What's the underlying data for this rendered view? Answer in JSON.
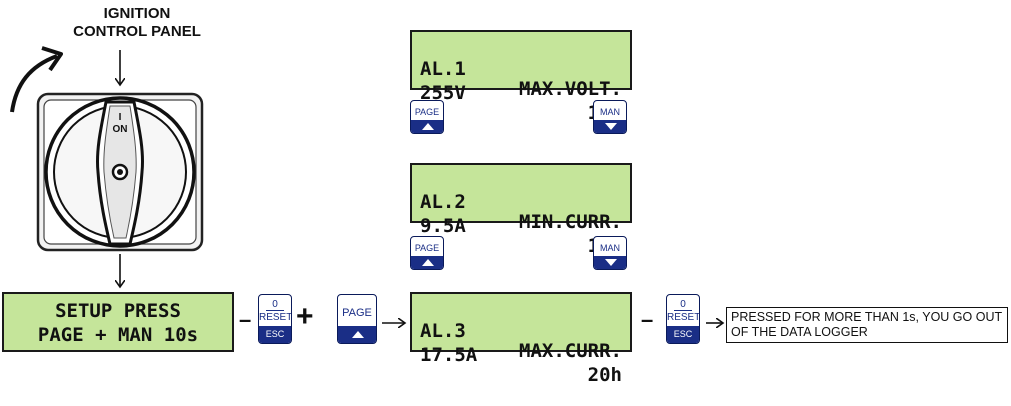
{
  "title": {
    "line1": "IGNITION",
    "line2": "CONTROL PANEL"
  },
  "switch": {
    "label_i": "I",
    "label_on": "ON"
  },
  "setup_display": {
    "line1": "SETUP PRESS",
    "line2": "PAGE + MAN 10s"
  },
  "alarms": [
    {
      "left1": "AL.1",
      "right1": "MAX.VOLT.",
      "left2": "255V",
      "right2": "10h"
    },
    {
      "left1": "AL.2",
      "right1": "MIN.CURR.",
      "left2": "9.5A",
      "right2": "15h"
    },
    {
      "left1": "AL.3",
      "right1": "MAX.CURR.",
      "left2": "17.5A",
      "right2": "20h"
    }
  ],
  "buttons": {
    "page": "PAGE",
    "man": "MAN",
    "reset_zero": "0",
    "reset": "RESET",
    "esc": "ESC"
  },
  "operators": {
    "minus": "–",
    "plus": "+"
  },
  "note": "PRESSED FOR MORE THAN 1s, YOU GO OUT OF THE DATA LOGGER",
  "colors": {
    "lcd": "#c5e59a",
    "button_blue": "#1a2e86"
  }
}
